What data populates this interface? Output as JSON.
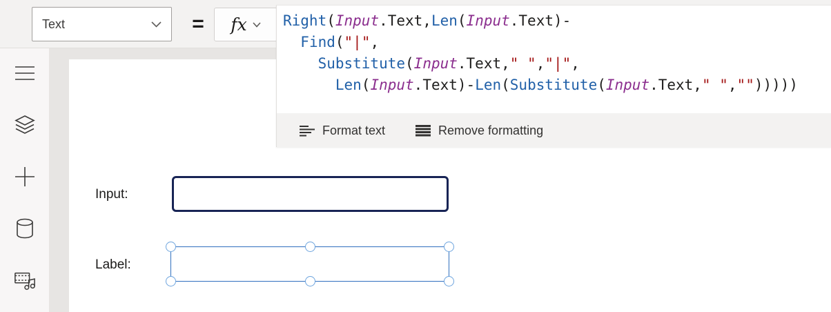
{
  "toolbar": {
    "property_dropdown": {
      "value": "Text"
    },
    "equals_sign": "=",
    "fx_button": {
      "label": "fx"
    }
  },
  "formula_bar": {
    "language": "PowerFx",
    "lines": [
      [
        {
          "t": "fn",
          "v": "Right"
        },
        {
          "t": "pl",
          "v": "("
        },
        {
          "t": "id",
          "v": "Input"
        },
        {
          "t": "pl",
          "v": ".Text,"
        },
        {
          "t": "fn",
          "v": "Len"
        },
        {
          "t": "pl",
          "v": "("
        },
        {
          "t": "id",
          "v": "Input"
        },
        {
          "t": "pl",
          "v": ".Text)-"
        }
      ],
      [
        {
          "t": "pl",
          "v": "  "
        },
        {
          "t": "fn",
          "v": "Find"
        },
        {
          "t": "pl",
          "v": "("
        },
        {
          "t": "str",
          "v": "\"|\""
        },
        {
          "t": "pl",
          "v": ","
        }
      ],
      [
        {
          "t": "pl",
          "v": "    "
        },
        {
          "t": "fn",
          "v": "Substitute"
        },
        {
          "t": "pl",
          "v": "("
        },
        {
          "t": "id",
          "v": "Input"
        },
        {
          "t": "pl",
          "v": ".Text,"
        },
        {
          "t": "str",
          "v": "\" \""
        },
        {
          "t": "pl",
          "v": ","
        },
        {
          "t": "str",
          "v": "\"|\""
        },
        {
          "t": "pl",
          "v": ","
        }
      ],
      [
        {
          "t": "pl",
          "v": "      "
        },
        {
          "t": "fn",
          "v": "Len"
        },
        {
          "t": "pl",
          "v": "("
        },
        {
          "t": "id",
          "v": "Input"
        },
        {
          "t": "pl",
          "v": ".Text)-"
        },
        {
          "t": "fn",
          "v": "Len"
        },
        {
          "t": "pl",
          "v": "("
        },
        {
          "t": "fn",
          "v": "Substitute"
        },
        {
          "t": "pl",
          "v": "("
        },
        {
          "t": "id",
          "v": "Input"
        },
        {
          "t": "pl",
          "v": ".Text,"
        },
        {
          "t": "str",
          "v": "\" \""
        },
        {
          "t": "pl",
          "v": ","
        },
        {
          "t": "str",
          "v": "\"\""
        },
        {
          "t": "pl",
          "v": ")))))"
        }
      ]
    ],
    "actions": {
      "format_text": "Format text",
      "remove_formatting": "Remove formatting"
    }
  },
  "sidebar": {
    "icons": [
      "menu",
      "tree-view",
      "insert",
      "data",
      "media"
    ]
  },
  "canvas": {
    "input_label": "Input:",
    "label_label": "Label:"
  },
  "colors": {
    "toolbar_bg": "#f3f2f1",
    "canvas_bg": "#e7e5e3",
    "input_border": "#182455",
    "selection_line": "#2f6fbe",
    "selection_handle": "#6da4de",
    "code_function": "#2160a8",
    "code_identifier": "#8b2e8e",
    "code_string": "#a31515",
    "code_plain": "#1f1e1d"
  }
}
